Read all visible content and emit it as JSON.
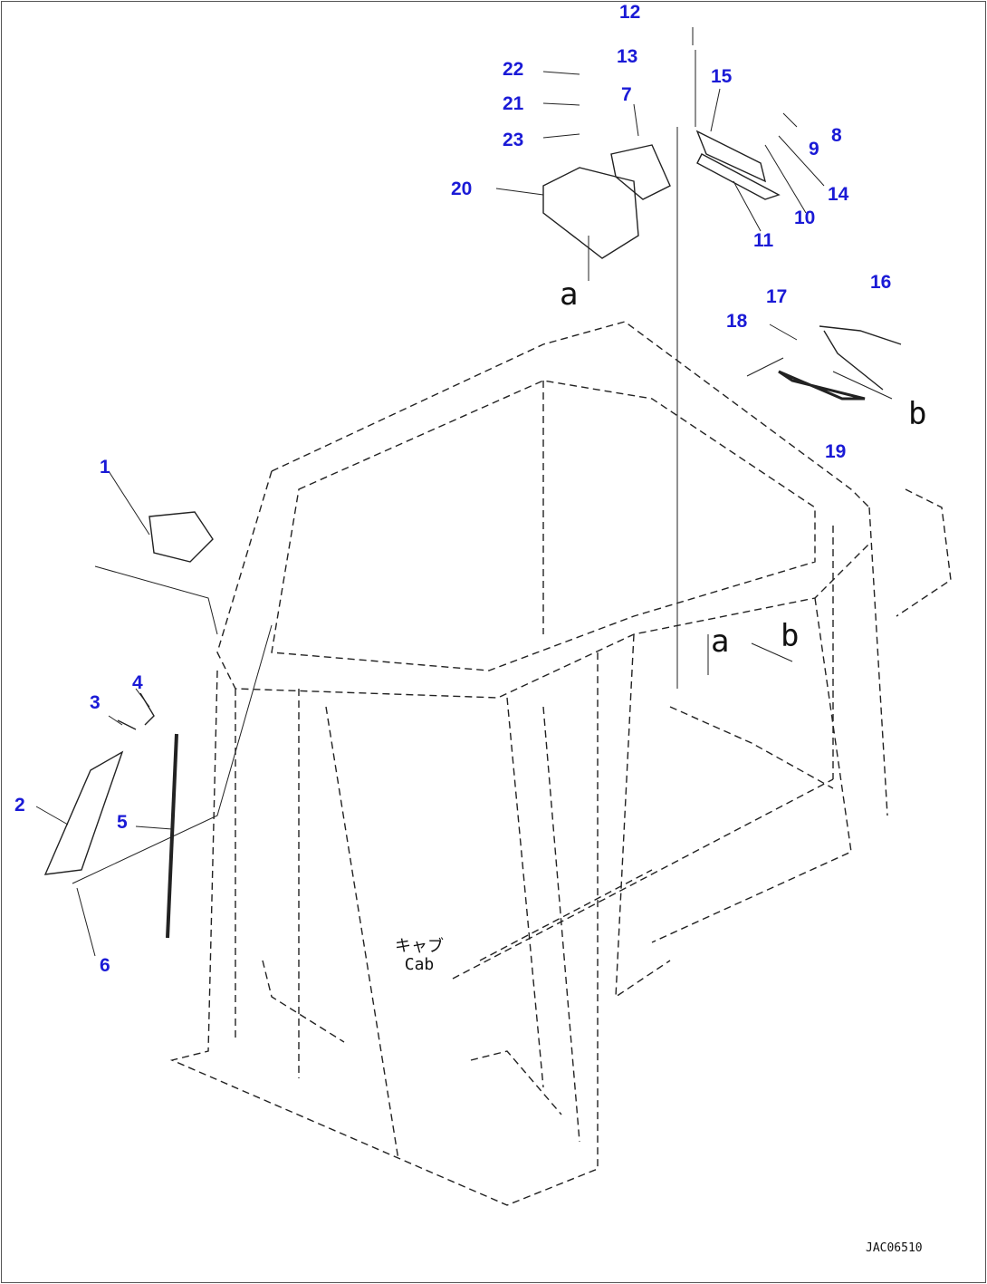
{
  "callouts": [
    "1",
    "2",
    "3",
    "4",
    "5",
    "6",
    "7",
    "8",
    "9",
    "10",
    "11",
    "12",
    "13",
    "14",
    "15",
    "16",
    "17",
    "18",
    "19",
    "20",
    "21",
    "22",
    "23"
  ],
  "refs": {
    "a": "a",
    "b": "b"
  },
  "cab_label": {
    "jp": "キャブ",
    "en": "Cab"
  },
  "drawing_code": "JAC06510",
  "colors": {
    "callout": "#1a1ad6",
    "line": "#111111"
  }
}
